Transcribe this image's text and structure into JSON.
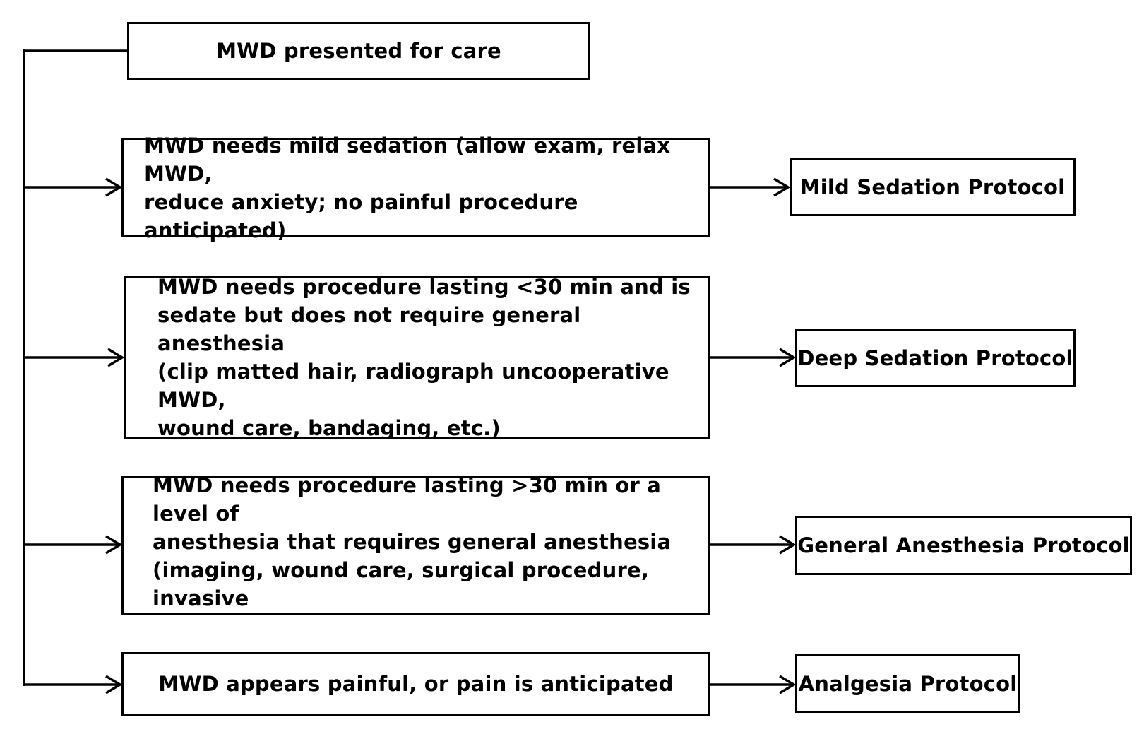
{
  "start": {
    "label": "MWD presented for care"
  },
  "branches": [
    {
      "condition": "MWD needs mild sedation (allow exam, relax MWD,\nreduce anxiety; no painful procedure anticipated)",
      "protocol": "Mild Sedation Protocol"
    },
    {
      "condition": "MWD needs procedure lasting <30 min and is\nsedate but does not require general anesthesia\n(clip matted hair, radiograph uncooperative MWD,\nwound care, bandaging, etc.)",
      "protocol": "Deep Sedation Protocol"
    },
    {
      "condition": "MWD needs procedure lasting >30 min or a level of\nanesthesia that requires general anesthesia\n(imaging, wound care, surgical procedure, invasive",
      "protocol": "General Anesthesia Protocol"
    },
    {
      "condition": "MWD appears painful, or pain is  anticipated",
      "protocol": "Analgesia Protocol"
    }
  ],
  "colors": {
    "stroke": "#000000",
    "background": "#ffffff"
  }
}
